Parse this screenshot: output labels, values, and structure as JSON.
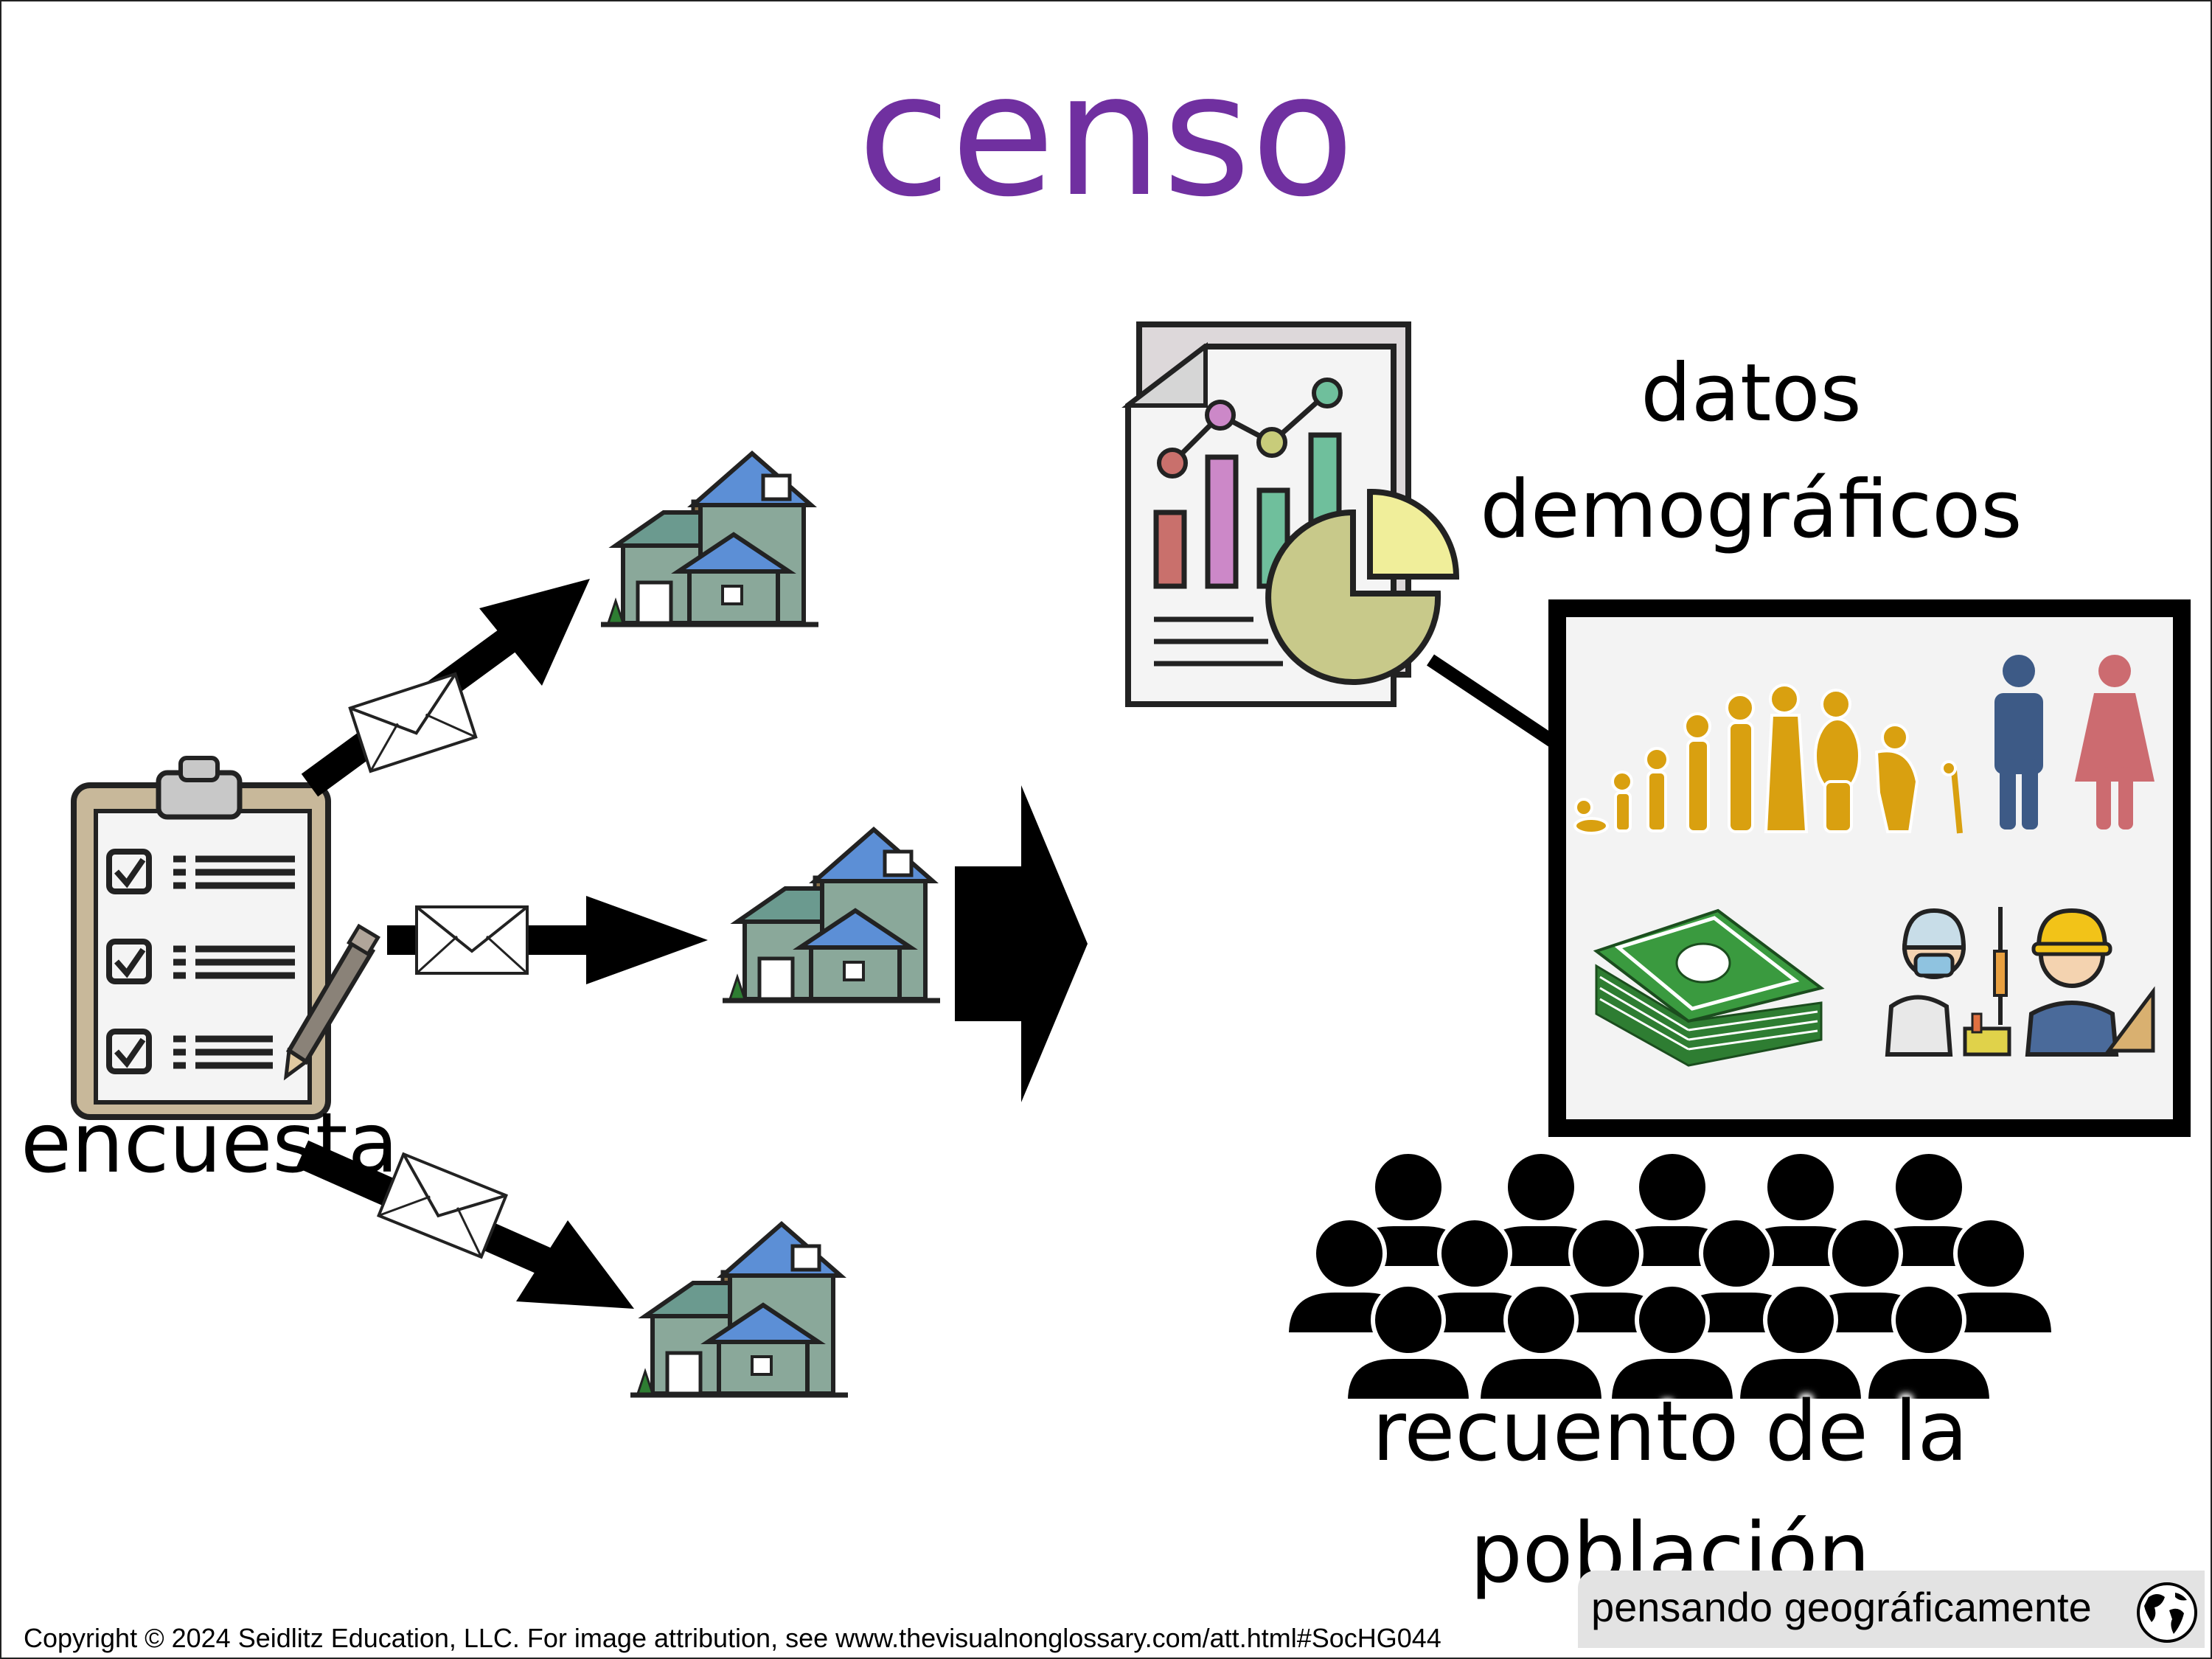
{
  "title": "censo",
  "labels": {
    "survey": "encuesta",
    "demographics": "datos demográficos",
    "population_count": "recuento de la población"
  },
  "footer": {
    "copyright": "Copyright © 2024 Seidlitz Education, LLC.  For image attribution, see www.thevisualnonglossary.com/att.html#SocHG044",
    "brand": "pensando geográficamente"
  },
  "icons": [
    "clipboard-checklist-icon",
    "pencil-icon",
    "envelope-icon",
    "house-icon",
    "big-arrow-icon",
    "report-chart-icon",
    "pie-chart-icon",
    "age-progression-icon",
    "man-icon",
    "woman-icon",
    "money-stack-icon",
    "scientist-icon",
    "engineer-icon",
    "crowd-icon",
    "globe-icon"
  ],
  "colors": {
    "title": "#7030a0",
    "house": "#8aa89a",
    "roof": "#5c8fd6",
    "age": "#d9a010",
    "man": "#3d5a86",
    "woman": "#cc6b70",
    "money": "#2e7d32"
  }
}
